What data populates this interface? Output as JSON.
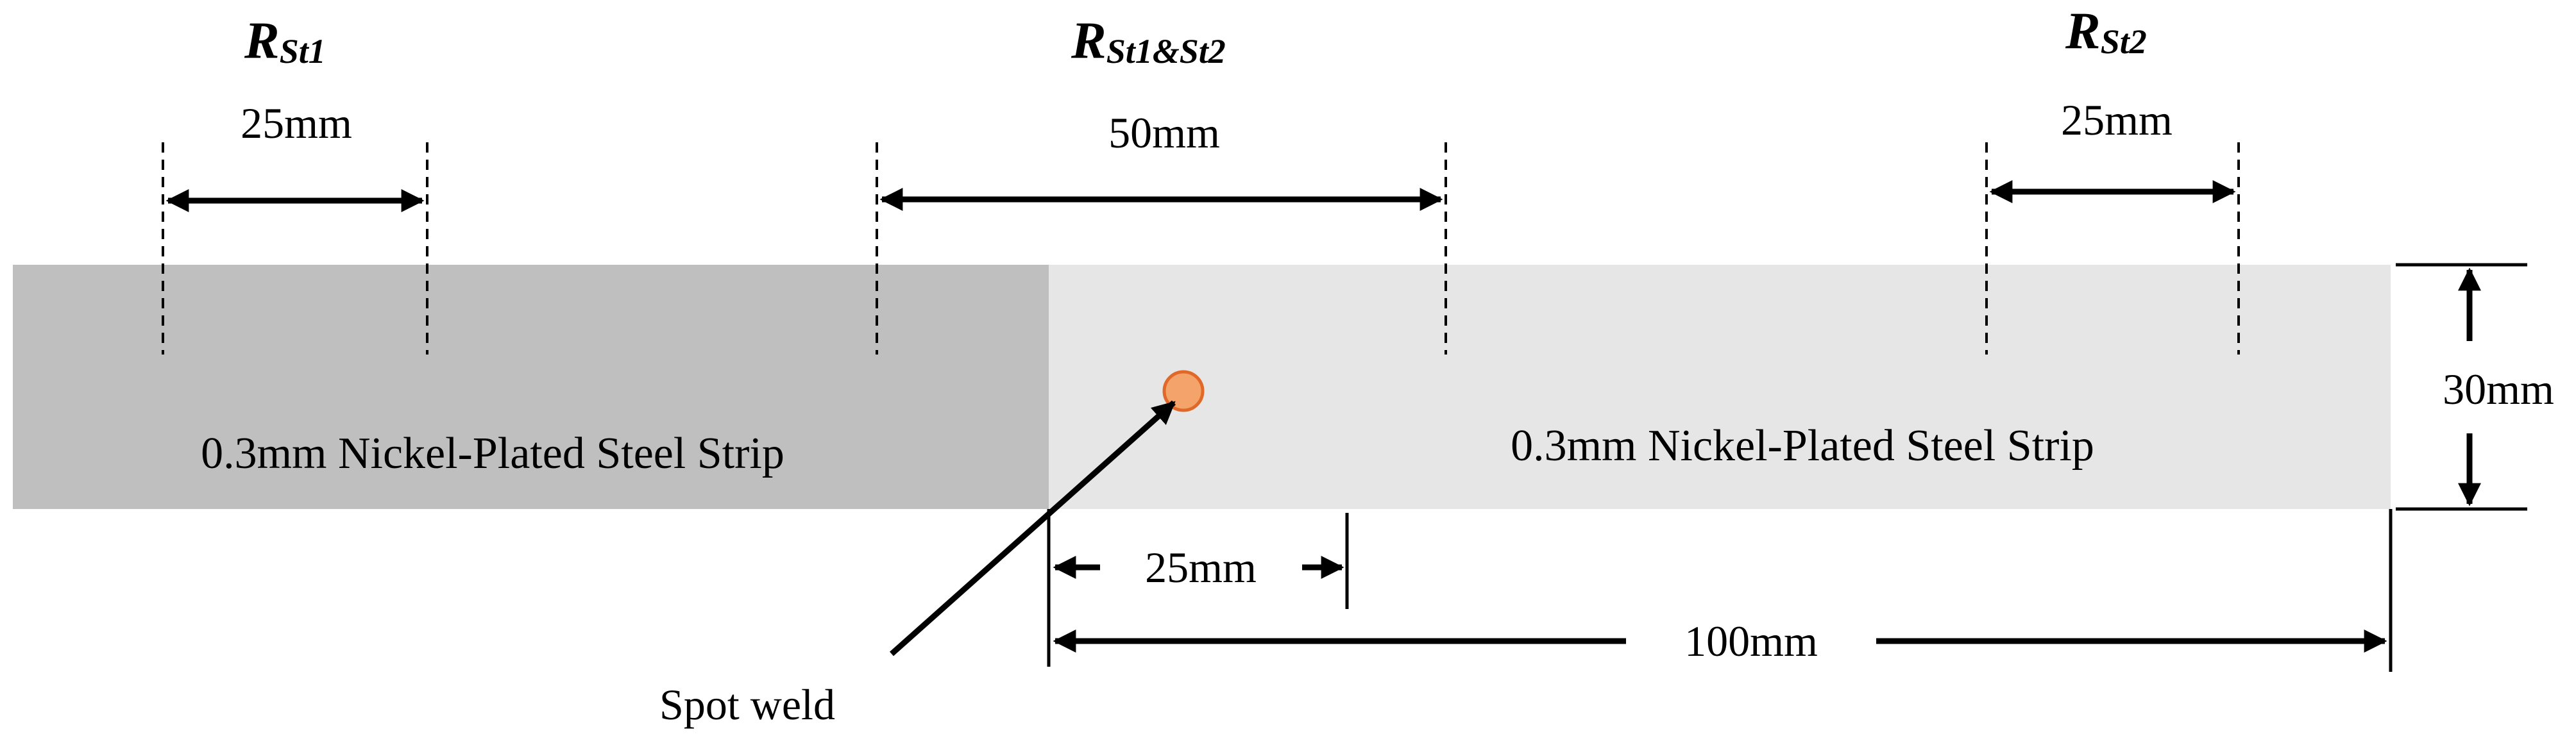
{
  "labels": {
    "r_st1_main": "R",
    "r_st1_sub": "St1",
    "r_st12_main": "R",
    "r_st12_sub": "St1&St2",
    "r_st2_main": "R",
    "r_st2_sub": "St2",
    "dim_r_st1": "25mm",
    "dim_r_st12": "50mm",
    "dim_r_st2": "25mm",
    "dim_width": "30mm",
    "dim_weld_offset": "25mm",
    "dim_length": "100mm",
    "strip_left": "0.3mm Nickel-Plated Steel Strip",
    "strip_right": "0.3mm Nickel-Plated Steel Strip",
    "spot_weld": "Spot weld"
  },
  "colors": {
    "strip_left_fill": "#bfbfbf",
    "strip_right_fill": "#e6e6e6",
    "weld_fill": "#f4a46a",
    "weld_stroke": "#e0692a",
    "line": "#000000"
  }
}
